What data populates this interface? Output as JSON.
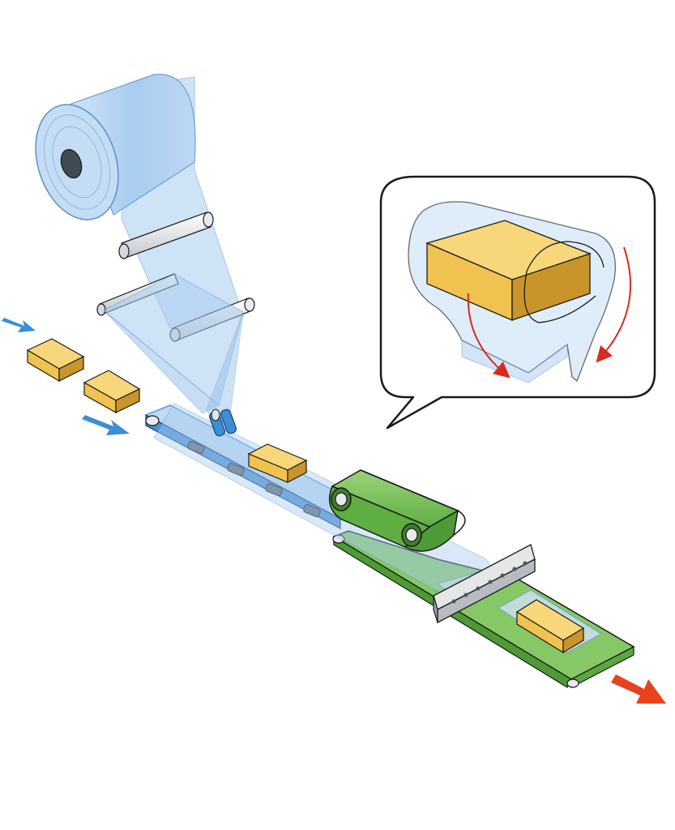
{
  "diagram": {
    "kind": "horizontal flow-wrap packaging line",
    "colors": {
      "film": "#a9cdf0",
      "film_edge": "#6f9fd4",
      "product": "#f0c24f",
      "product_dark": "#c9942a",
      "product_top": "#f7d77a",
      "infeed_conveyor": "#4a8fd0",
      "seal_belt": "#7cc258",
      "seal_belt_dark": "#4e9a36",
      "outfeed_belt": "#86c866",
      "roller": "#e8ebee",
      "jaw": "#dcdcdc",
      "arrow_in": "#3a8fd6",
      "arrow_out": "#e8431c",
      "callout_arrow": "#d62b1f",
      "outline": "#1a1a1a"
    },
    "stages": [
      {
        "id": "film-roll",
        "icon": "film-roll-icon"
      },
      {
        "id": "guide-rollers",
        "icon": "roller-icon"
      },
      {
        "id": "forming-box",
        "icon": "forming-tube-icon"
      },
      {
        "id": "infeed-conveyor",
        "icon": "conveyor-icon"
      },
      {
        "id": "fin-seal-belts",
        "icon": "belt-icon"
      },
      {
        "id": "cross-seal-jaws",
        "icon": "jaw-icon"
      },
      {
        "id": "outfeed-conveyor",
        "icon": "conveyor-icon"
      }
    ],
    "callout": {
      "shape": "speech-bubble",
      "shows": "film-folding-around-product",
      "arrows": 2
    },
    "flow_arrows": [
      {
        "direction": "in",
        "color": "#3a8fd6"
      },
      {
        "direction": "in",
        "color": "#3a8fd6"
      },
      {
        "direction": "out",
        "color": "#e8431c"
      }
    ]
  }
}
